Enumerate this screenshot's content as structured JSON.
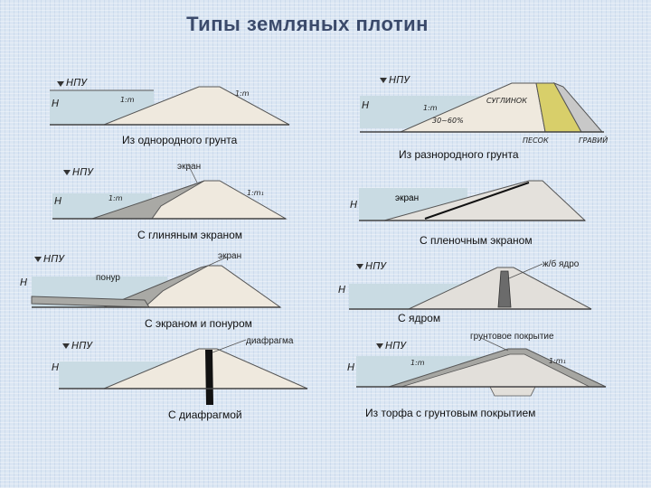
{
  "title": "Типы земляных плотин",
  "symbols": {
    "npu": "НПУ",
    "h": "H",
    "slope": "1:m",
    "slope2": "1:m₁"
  },
  "diagrams": {
    "homogeneous": {
      "caption": "Из однородного грунта"
    },
    "heterogeneous": {
      "caption": "Из разнородного грунта",
      "zones": [
        "СУГЛИНОК",
        "ПЕСОК",
        "ГРАВИЙ"
      ],
      "percent": "30~60%"
    },
    "clay_screen": {
      "caption": "С глиняным экраном",
      "label": "экран"
    },
    "film_screen": {
      "caption": "С пленочным экраном",
      "label": "экран"
    },
    "screen_ponur": {
      "caption": "С экраном и понуром",
      "label": "экран",
      "label2": "понур"
    },
    "core": {
      "caption": "С ядром",
      "label": "ж/б ядро"
    },
    "diaphragm": {
      "caption": "С диафрагмой",
      "label": "диафрагма"
    },
    "peat": {
      "caption": "Из торфа с грунтовым покрытием",
      "label": "грунтовое покрытие"
    }
  },
  "colors": {
    "water": "#c9dbe3",
    "dam": "#efe9de",
    "clay": "#a9a9a5",
    "core": "#6b6b6b",
    "sand": "#d8cf6a",
    "gravel": "#c8c8c8"
  }
}
